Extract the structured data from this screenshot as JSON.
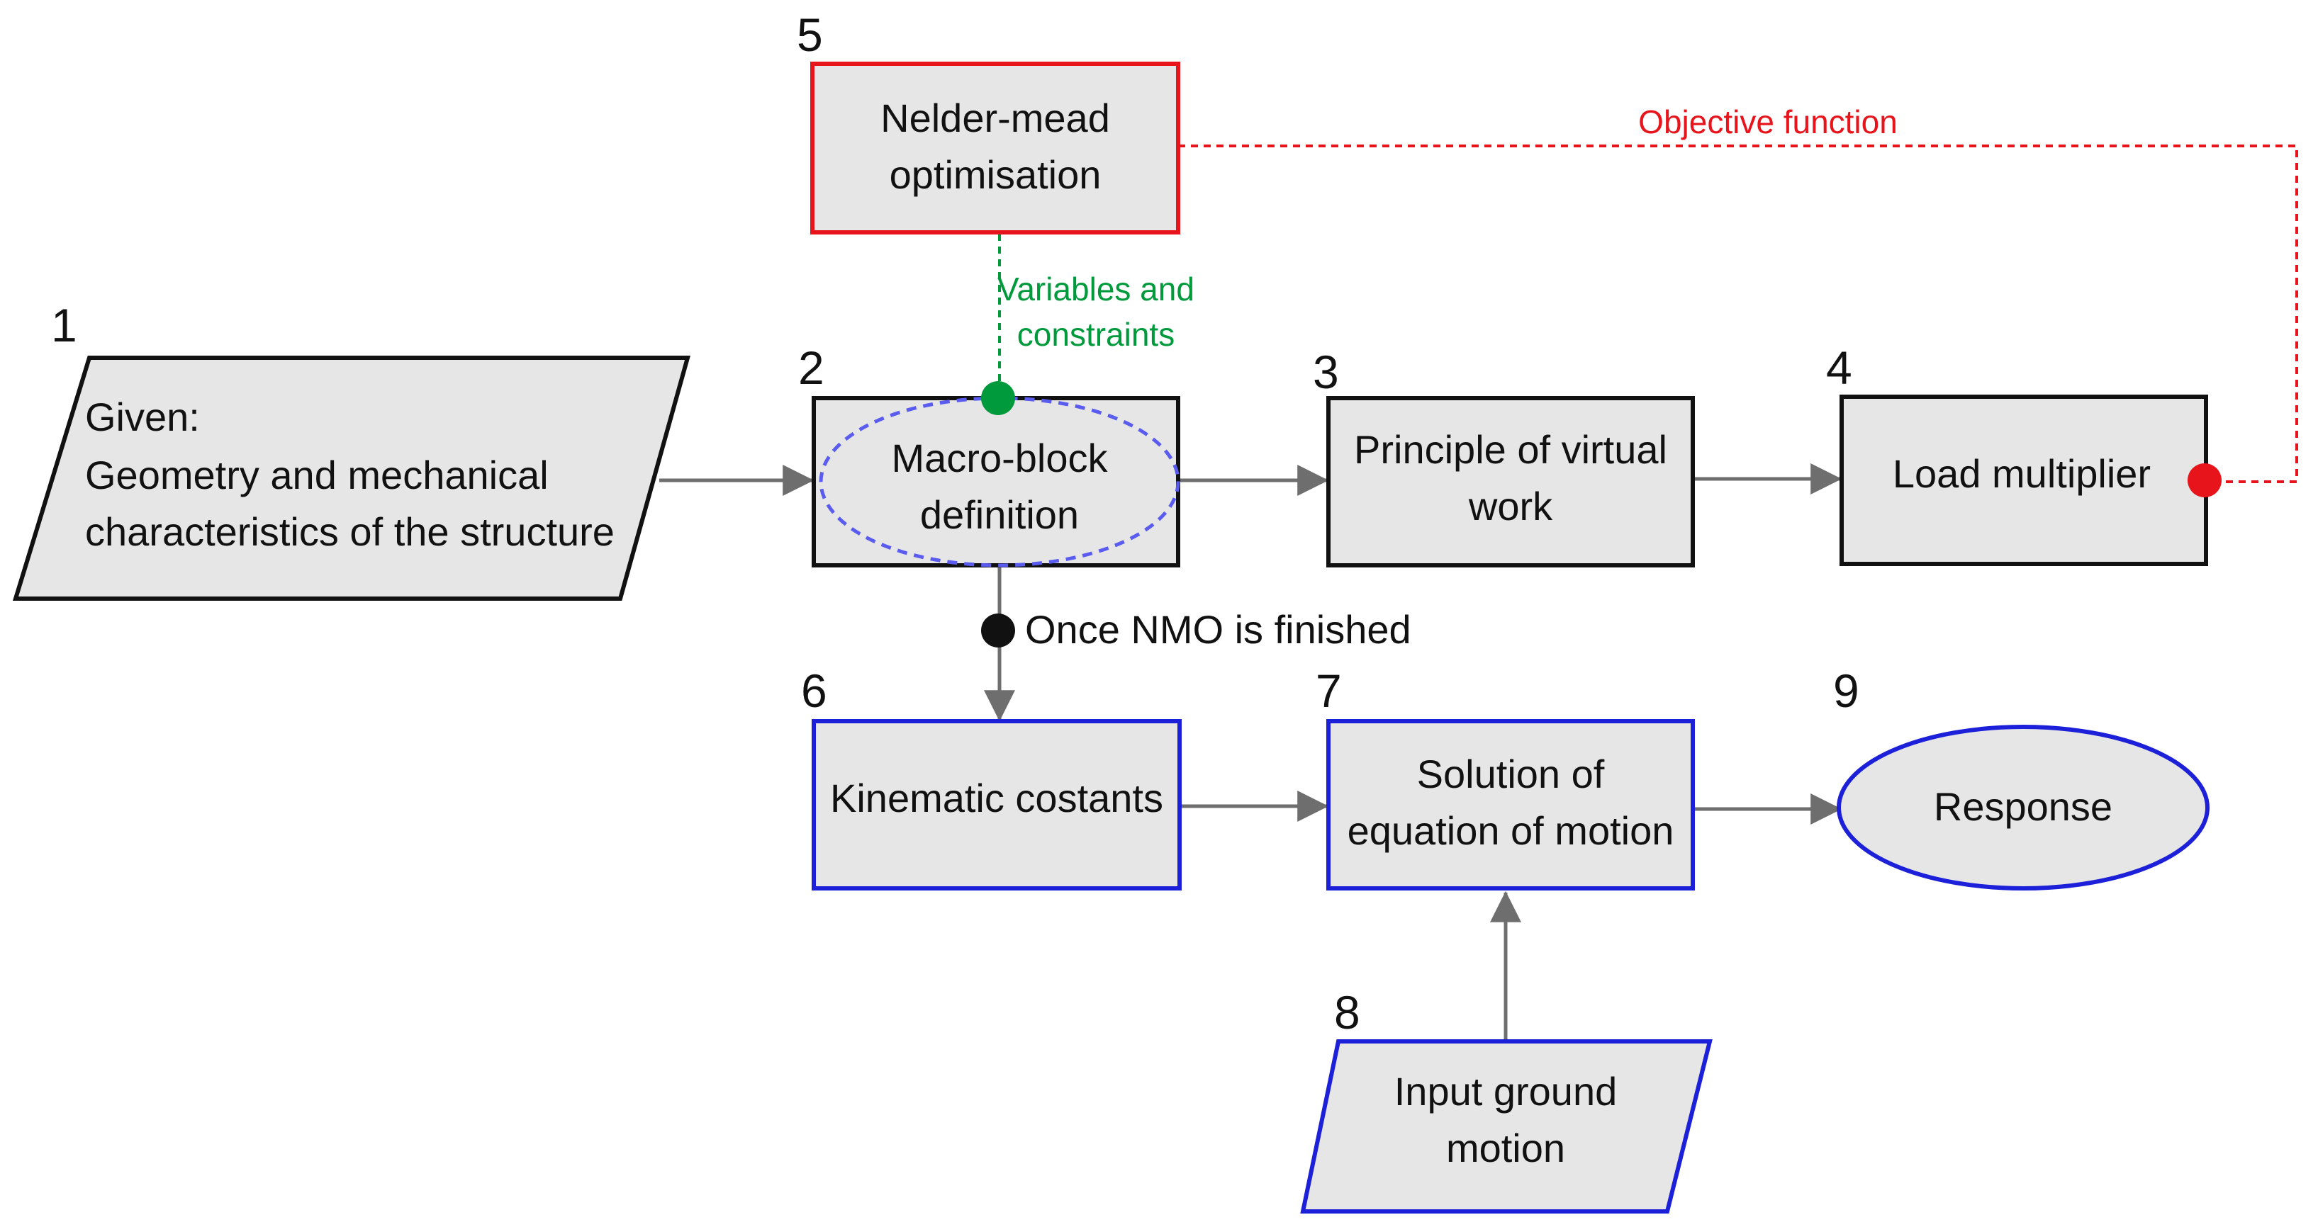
{
  "colors": {
    "node_fill": "#e6e6e6",
    "black_border": "#111111",
    "red_border": "#e8141c",
    "blue_border": "#1c20d8",
    "dashed_ellipse": "#5a5cf0",
    "arrow": "#6e6e6e",
    "green": "#009a3c",
    "red": "#e8141c"
  },
  "nodes": {
    "given": {
      "number": "1",
      "lines": [
        "Given:",
        "Geometry and  mechanical",
        "characteristics of the structure"
      ]
    },
    "macro_block": {
      "number": "2",
      "lines": [
        "Macro-block",
        "definition"
      ]
    },
    "virtual_work": {
      "number": "3",
      "lines": [
        "Principle of virtual",
        "work"
      ]
    },
    "load_multiplier": {
      "number": "4",
      "lines": [
        "Load multiplier"
      ]
    },
    "nelder_mead": {
      "number": "5",
      "lines": [
        "Nelder-mead",
        "optimisation"
      ]
    },
    "kinematic": {
      "number": "6",
      "lines": [
        "Kinematic costants"
      ]
    },
    "solution": {
      "number": "7",
      "lines": [
        "Solution of",
        "equation of motion"
      ]
    },
    "ground_motion": {
      "number": "8",
      "lines": [
        "Input ground",
        "motion"
      ]
    },
    "response": {
      "number": "9",
      "lines": [
        "Response"
      ]
    }
  },
  "edge_labels": {
    "variables": [
      "Variables and",
      "constraints"
    ],
    "objective": "Objective function",
    "once_nmo": "Once NMO is finished"
  }
}
